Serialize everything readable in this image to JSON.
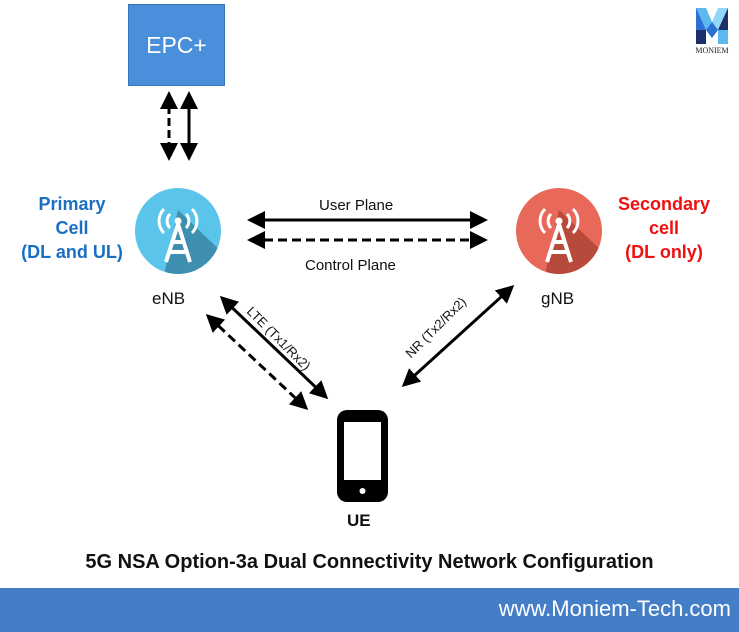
{
  "logo": {
    "name": "MONIEM",
    "icon": "moniem-m-logo-icon",
    "colors": [
      "#1c2f6b",
      "#2a6fd1",
      "#5bb8f0",
      "#8fd6f7"
    ]
  },
  "epc": {
    "label": "EPC+",
    "color": "#4a8fdb"
  },
  "primary_cell": {
    "lines": [
      "Primary",
      "Cell",
      "(DL and UL)"
    ],
    "color": "#1a6fc4"
  },
  "secondary_cell": {
    "lines": [
      "Secondary",
      "cell",
      "(DL only)"
    ],
    "color": "#f01010"
  },
  "enb": {
    "label": "eNB",
    "icon": "cell-tower-icon",
    "color": "#5bc4ea",
    "shadow": "#3e8fb0"
  },
  "gnb": {
    "label": "gNB",
    "icon": "cell-tower-icon",
    "color": "#e8695a",
    "shadow": "#b84a3c"
  },
  "links": {
    "user_plane": "User Plane",
    "control_plane": "Control Plane",
    "lte": "LTE (Tx1/Rx2)",
    "nr": "NR (Tx2/Rx2)"
  },
  "ue": {
    "label": "UE",
    "icon": "smartphone-icon"
  },
  "caption": "5G NSA Option-3a Dual Connectivity Network Configuration",
  "footer": {
    "url": "www.Moniem-Tech.com",
    "color": "#437ec6"
  }
}
